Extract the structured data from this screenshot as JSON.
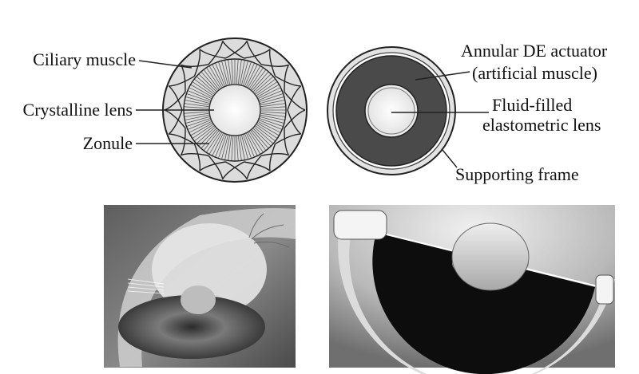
{
  "natural_eye": {
    "labels": {
      "ciliary_muscle": "Ciliary muscle",
      "crystalline_lens": "Crystalline lens",
      "zonule": "Zonule"
    }
  },
  "artificial_eye": {
    "labels": {
      "actuator_line1": "Annular DE actuator",
      "actuator_line2": "(artificial muscle)",
      "lens_line1": "Fluid-filled",
      "lens_line2": "elastometric lens",
      "frame": "Supporting frame"
    }
  },
  "colors": {
    "actuator_fill": "#4a4a4a",
    "ring_light": "#d8d8d8",
    "lens_center": "#f2f2f2"
  }
}
